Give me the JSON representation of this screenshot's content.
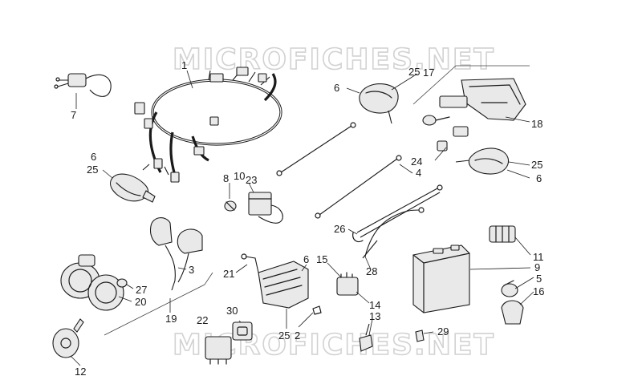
{
  "watermark": {
    "top": "MICROFICHES.NET",
    "bottom": "MICROFICHES.NET"
  },
  "callouts": {
    "n1": "1",
    "n2": "2",
    "n3": "3",
    "n4": "4",
    "n5": "5",
    "n6a": "6",
    "n6b": "6",
    "n6c": "6",
    "n6d": "6",
    "n7": "7",
    "n8": "8",
    "n9": "9",
    "n10": "10",
    "n11": "11",
    "n12": "12",
    "n13": "13",
    "n14": "14",
    "n15": "15",
    "n16": "16",
    "n17": "17",
    "n18": "18",
    "n19": "19",
    "n20": "20",
    "n21": "21",
    "n22": "22",
    "n23": "23",
    "n24": "24",
    "n25a": "25",
    "n25b": "25",
    "n25c": "25",
    "n25d": "25",
    "n26": "26",
    "n27": "27",
    "n28": "28",
    "n29": "29",
    "n30": "30"
  }
}
